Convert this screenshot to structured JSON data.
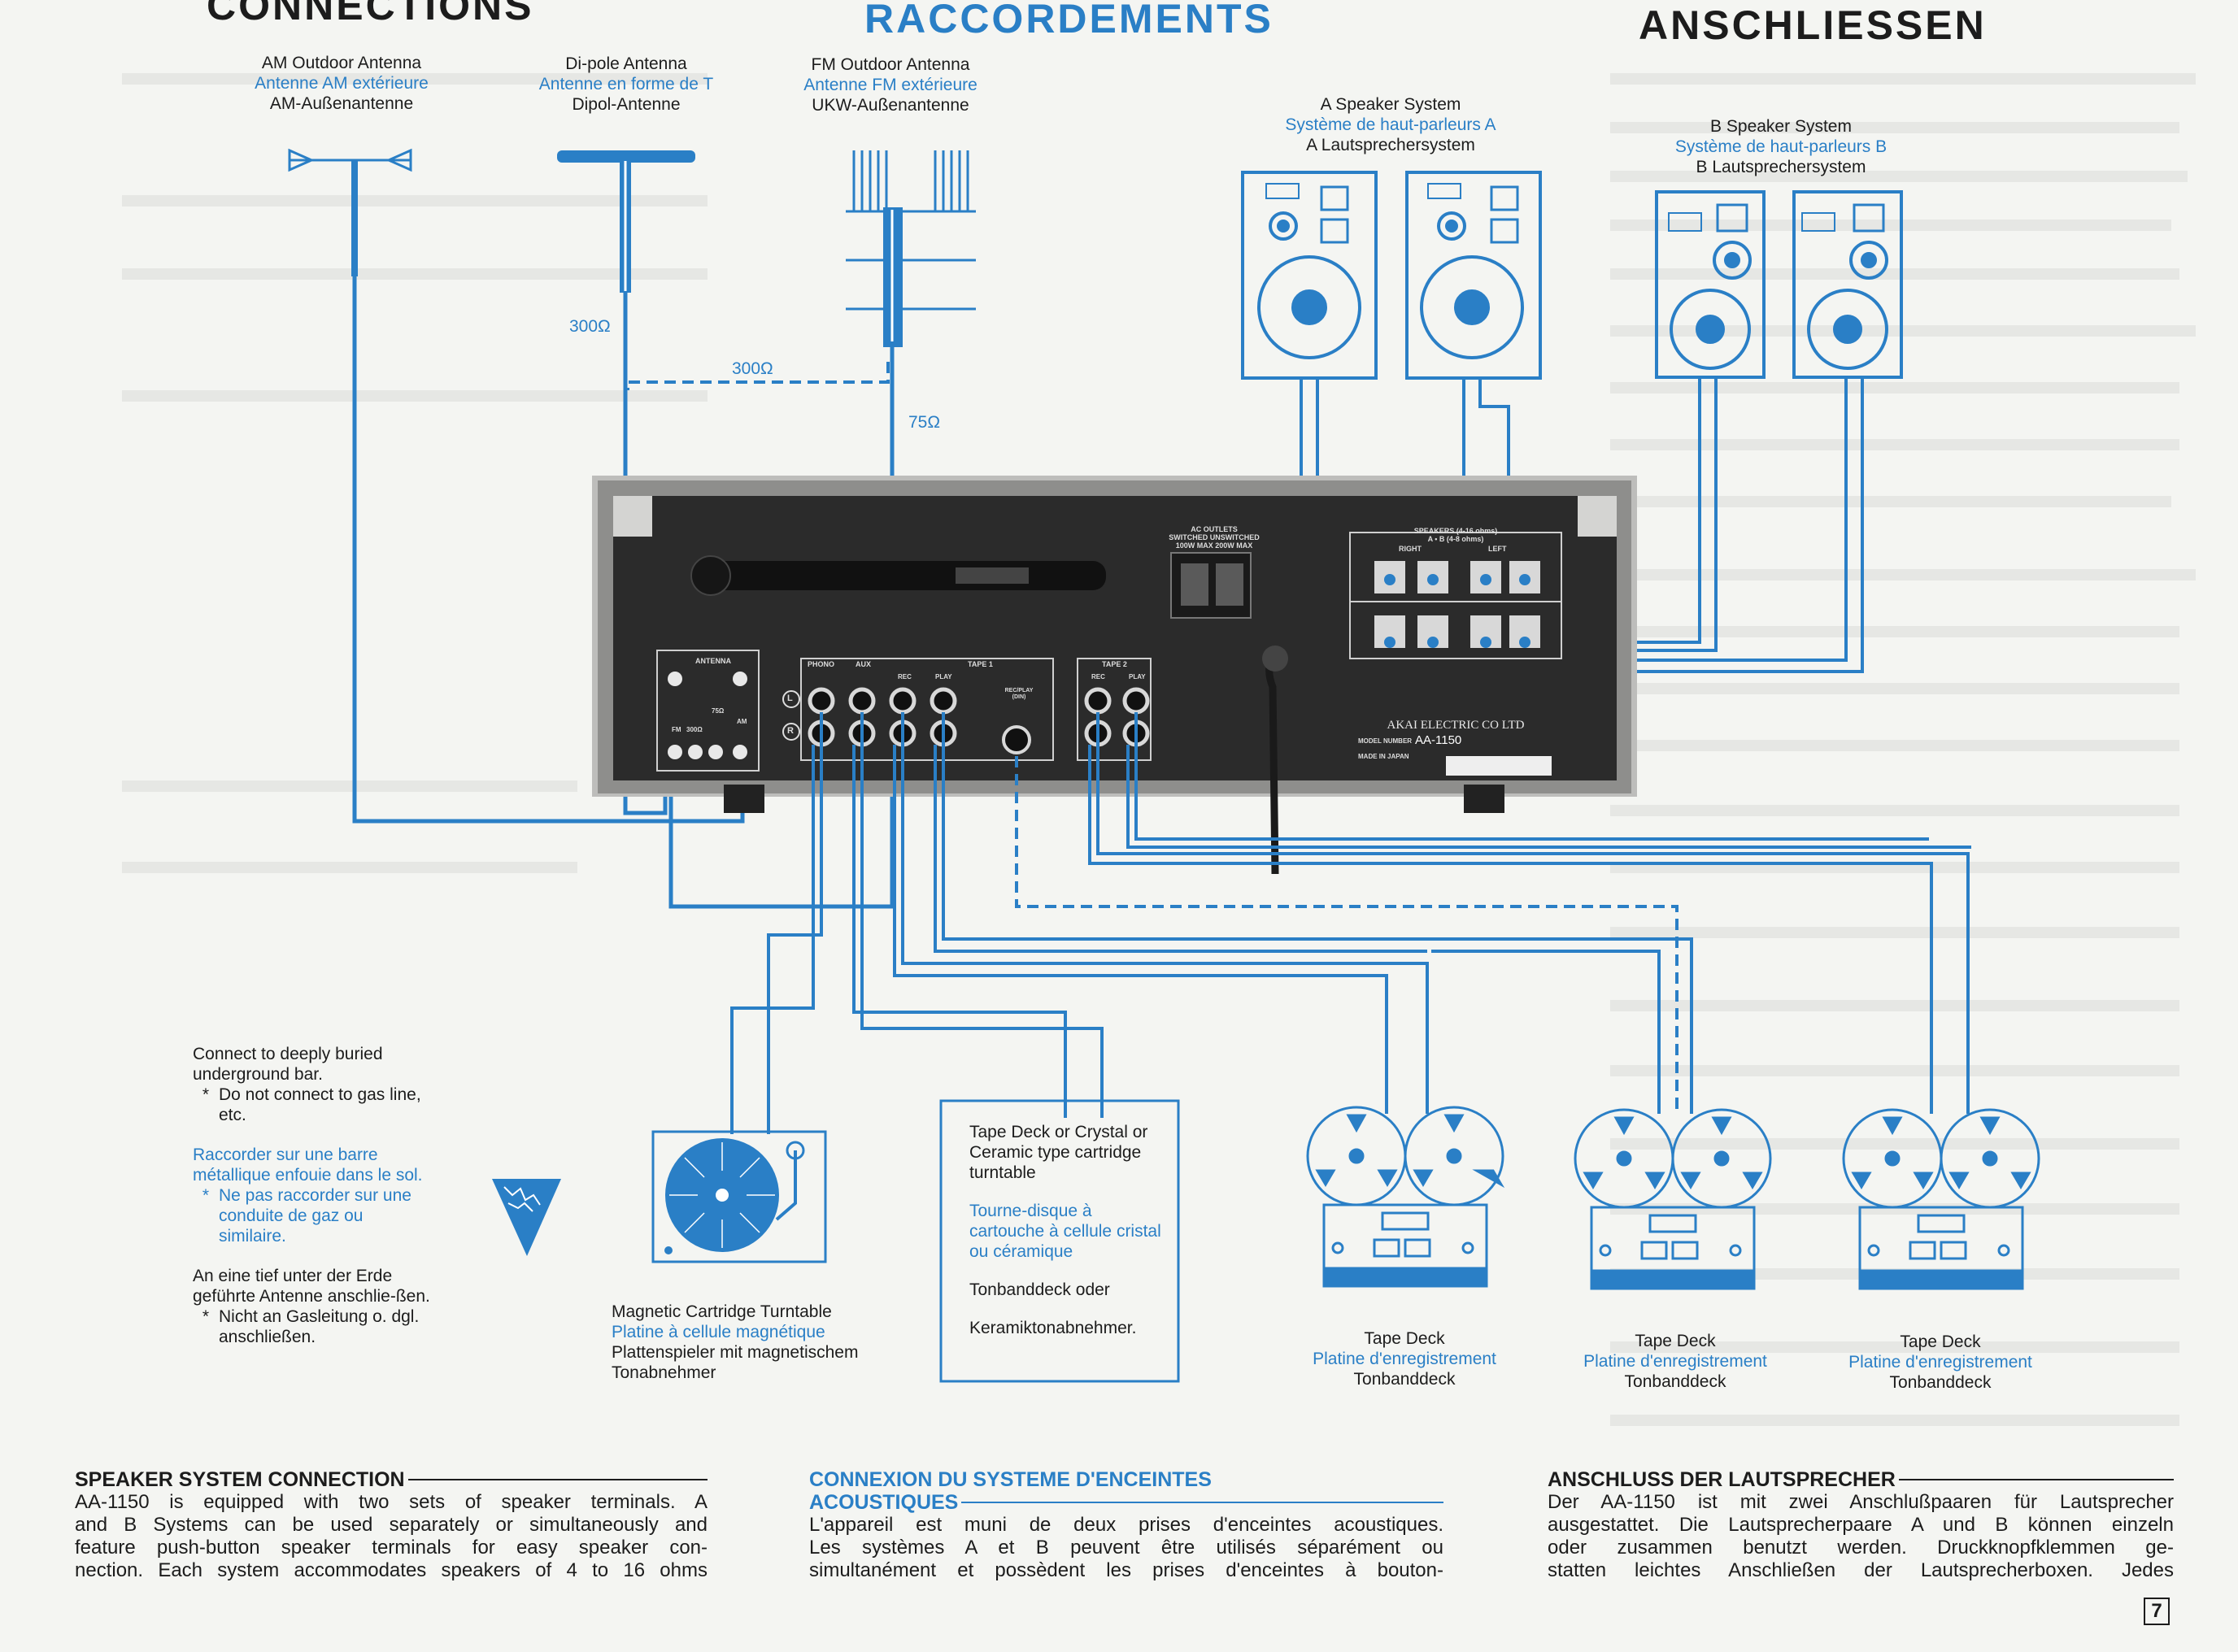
{
  "headings": {
    "en": "CONNECTIONS",
    "fr": "RACCORDEMENTS",
    "de": "ANSCHLIESSEN"
  },
  "am_antenna": {
    "en": "AM Outdoor Antenna",
    "fr": "Antenne AM extérieure",
    "de": "AM-Außenantenne"
  },
  "dipole_antenna": {
    "en": "Di-pole Antenna",
    "fr": "Antenne en forme de T",
    "de": "Dipol-Antenne"
  },
  "fm_antenna": {
    "en": "FM Outdoor Antenna",
    "fr": "Antenne FM extérieure",
    "de": "UKW-Außenantenne"
  },
  "impedance": {
    "dipole": "300Ω",
    "dashed": "300Ω",
    "coax": "75Ω"
  },
  "speaker_a": {
    "en": "A Speaker System",
    "fr": "Système de haut-parleurs A",
    "de": "A Lautsprechersystem"
  },
  "speaker_b": {
    "en": "B Speaker System",
    "fr": "Système de haut-parleurs B",
    "de": "B Lautsprechersystem"
  },
  "amp_panel": {
    "ac_outlets": "AC OUTLETS",
    "switched": "SWITCHED  UNSWITCHED",
    "wattage": "100W MAX  200W MAX",
    "speakers": "SPEAKERS (4-16 ohms)",
    "speakers_ab": "A • B (4-8 ohms)",
    "right": "RIGHT",
    "left": "LEFT",
    "antenna": "ANTENNA",
    "phono": "PHONO",
    "aux": "AUX",
    "tape1": "TAPE 1",
    "tape2": "TAPE 2",
    "rec": "REC",
    "play": "PLAY",
    "rec_play": "REC/PLAY (DIN)",
    "fm": "FM",
    "am": "AM",
    "ohm75": "75Ω",
    "ohm300": "300Ω",
    "ch_l": "L",
    "ch_r": "R",
    "maker": "AKAI ELECTRIC CO LTD",
    "model_label": "MODEL NUMBER",
    "model": "AA-1150",
    "origin": "MADE IN JAPAN"
  },
  "ground_note": {
    "en1": "Connect to deeply buried underground bar.",
    "en2": "Do not connect to gas line, etc.",
    "fr1": "Raccorder sur une barre métallique enfouie dans le sol.",
    "fr2": "Ne pas raccorder sur une conduite de gaz ou similaire.",
    "de1": "An eine tief unter der Erde geführte Antenne anschlie-ßen.",
    "de2": "Nicht an Gasleitung o. dgl. anschließen.",
    "bullet": "*"
  },
  "turntable": {
    "en": "Magnetic Cartridge Turntable",
    "fr": "Platine à cellule magnétique",
    "de": "Plattenspieler mit magnetischem Tonabnehmer"
  },
  "crystal_box": {
    "en": "Tape Deck or Crystal or Ceramic type cartridge turntable",
    "fr": "Tourne-disque à cartouche à cellule cristal ou céramique",
    "de1": "Tonbanddeck oder",
    "de2": "Keramiktonabnehmer."
  },
  "tape_decks": [
    {
      "en": "Tape Deck",
      "fr": "Platine d'enregistrement",
      "de": "Tonbanddeck"
    },
    {
      "en": "Tape Deck",
      "fr": "Platine d'enregistrement",
      "de": "Tonbanddeck"
    },
    {
      "en": "Tape Deck",
      "fr": "Platine d'enregistrement",
      "de": "Tonbanddeck"
    }
  ],
  "bottom": {
    "en_title": "SPEAKER SYSTEM CONNECTION",
    "en_lines": [
      "AA-1150 is equipped with two sets of speaker terminals. A",
      "and B Systems can be used separately or simultaneously and",
      "feature push-button speaker terminals for easy speaker con-",
      "nection. Each system accommodates speakers of 4 to 16 ohms"
    ],
    "fr_title1": "CONNEXION DU SYSTEME D'ENCEINTES",
    "fr_title2": "ACOUSTIQUES",
    "fr_lines": [
      "L'appareil est muni de deux prises d'enceintes acoustiques.",
      "Les systèmes A et B peuvent être utilisés séparément ou",
      "simultanément et possèdent les prises d'enceintes à bouton-"
    ],
    "de_title": "ANSCHLUSS DER LAUTSPRECHER",
    "de_lines": [
      "Der AA-1150 ist mit zwei Anschlußpaaren für Lautsprecher",
      "ausgestattet. Die Lautsprecherpaare A und B können einzeln",
      "oder zusammen benutzt werden. Druckknopfklemmen ge-",
      "statten leichtes Anschließen der Lautsprecherboxen. Jedes"
    ]
  },
  "page_number": "7",
  "colors": {
    "accent": "#2a7fc6",
    "ink": "#1c1c1c",
    "panel": "#2b2b2b",
    "paper": "#f4f5f2"
  }
}
